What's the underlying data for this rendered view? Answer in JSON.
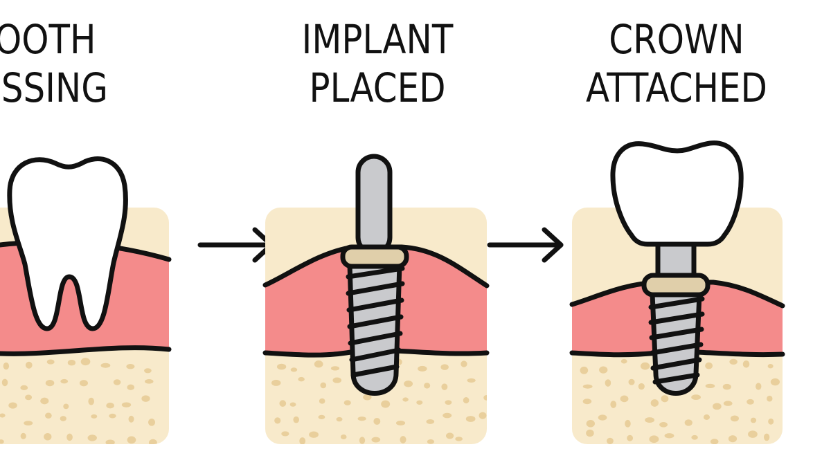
{
  "steps": [
    {
      "line1": "TOOTH",
      "line2": "MISSING"
    },
    {
      "line1": "IMPLANT",
      "line2": "PLACED"
    },
    {
      "line1": "CROWN",
      "line2": "ATTACHED"
    }
  ],
  "colors": {
    "outline": "#111111",
    "gum": "#f48b8b",
    "bone": "#f8eacb",
    "bone_spot": "#e9cf9c",
    "tooth": "#ffffff",
    "metal": "#c9cacd",
    "collar": "#e0cfaa"
  }
}
